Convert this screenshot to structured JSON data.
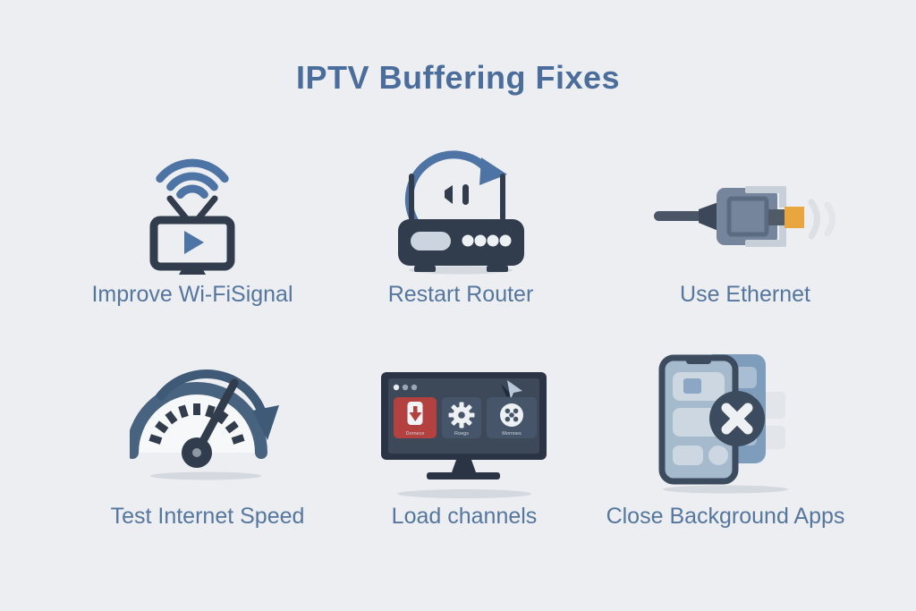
{
  "title": "IPTV Buffering Fixes",
  "colors": {
    "background": "#edeef2",
    "title-text": "#4a6d9b",
    "label-text": "#54769f",
    "accent-blue": "#4d74a4",
    "dark-slate": "#313d4d",
    "gauge-blue": "#47637f",
    "tile-red": "#b24140",
    "tip-orange": "#e9a63e"
  },
  "items": [
    {
      "label": "Improve Wi-FiSignal",
      "icon": "wifi-signal-tv-icon"
    },
    {
      "label": "Restart Router",
      "icon": "restart-router-icon"
    },
    {
      "label": "Use Ethernet",
      "icon": "ethernet-cable-icon"
    },
    {
      "label": "Test Internet Speed",
      "icon": "speedometer-icon"
    },
    {
      "label": "Load channels",
      "icon": "tv-app-grid-icon",
      "tv_tiles": [
        "Dornece",
        "Roegs",
        "Mornnes"
      ]
    },
    {
      "label": "Close Background Apps",
      "icon": "close-apps-phone-icon"
    }
  ]
}
